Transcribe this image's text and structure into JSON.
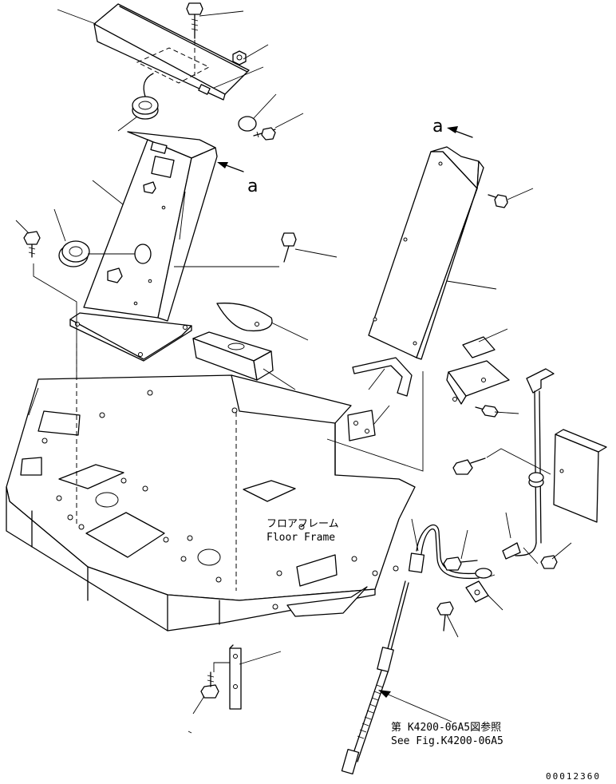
{
  "view_marker": "a",
  "floor_frame": {
    "label_jp": "フロアフレーム",
    "label_en": "Floor Frame"
  },
  "reference": {
    "line_jp": "第 K4200-06A5図参照",
    "line_en": "See Fig.K4200-06A5"
  },
  "drawing_number": "00012360"
}
